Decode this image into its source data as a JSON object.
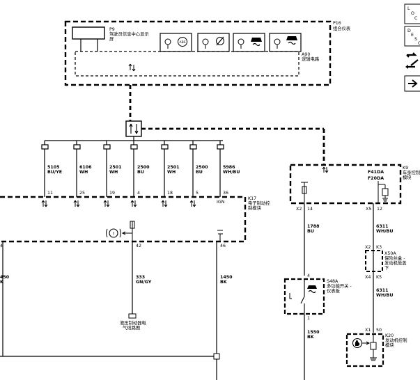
{
  "modules": {
    "P16": {
      "ref": "P16",
      "name": "组合仪表"
    },
    "P9": {
      "ref": "P9",
      "name_line1": "驾驶员信息中心显示",
      "name_line2": "屏"
    },
    "A90": {
      "ref": "A90",
      "name": "逻辑电路"
    },
    "K9": {
      "ref": "K9",
      "name_line1": "车身控制",
      "name_line2": "模块"
    },
    "K17": {
      "ref": "K17",
      "name_line1": "电子制动控",
      "name_line2": "制模块"
    },
    "S48A": {
      "ref": "S48A",
      "name_line1": "多功能开关 -",
      "name_line2": "仪表板"
    },
    "X50A": {
      "ref": "X50A",
      "name_line1": "保险丝盒 -",
      "name_line2": "发动机舱盖",
      "name_line3": "下"
    },
    "K20": {
      "ref": "K20",
      "name_line1": "发动机控制",
      "name_line2": "模块"
    }
  },
  "icons": {
    "abs_label": "ABS"
  },
  "bus_wires": [
    {
      "circuit": "5105",
      "color": "BU/YE",
      "pin": "11"
    },
    {
      "circuit": "6106",
      "color": "WH",
      "pin": "25"
    },
    {
      "circuit": "2501",
      "color": "WH",
      "pin": "19"
    },
    {
      "circuit": "2500",
      "color": "BU",
      "pin": "4"
    },
    {
      "circuit": "2501",
      "color": "WH",
      "pin": "18"
    },
    {
      "circuit": "2500",
      "color": "BU",
      "pin": "5"
    },
    {
      "circuit": "5986",
      "color": "WH/BU",
      "pin": "36"
    }
  ],
  "k17": {
    "ign_label": "IGN",
    "pin_42": "42",
    "pin_46": "46",
    "pin_4_left": "4",
    "wire_333_circuit": "333",
    "wire_333_color": "GN/GY",
    "wire_1450_circuit": "1450",
    "wire_1450_color": "BK",
    "left_wire_circuit": "450",
    "left_wire_color": "K",
    "sensor_line1": "液压制动器电",
    "sensor_line2": "气线路图"
  },
  "k9": {
    "f41da": "F41DA",
    "f20da": "F20DA",
    "conn_x2": "X2",
    "pin_14": "14",
    "conn_x5": "X5",
    "pin_12": "12",
    "wire_1788_circuit": "1788",
    "wire_1788_color": "BU",
    "wire_6311_circuit": "6311",
    "wire_6311_color": "WH/BU"
  },
  "x50a": {
    "conn_x2": "X2",
    "pin_k3": "K3",
    "conn_x4": "X4",
    "pin_k5": "K5",
    "wire_6311b_circuit": "6311",
    "wire_6311b_color": "WH/BU"
  },
  "s48a": {
    "pin_4": "4",
    "pin_1": "1",
    "wire_1550_circuit": "1550",
    "wire_1550_color": "BK"
  },
  "k20": {
    "conn_x1": "X1",
    "pin_50": "50"
  },
  "legend": {
    "item1_letter1": "L",
    "item1_letter2": "O",
    "item1_letter3": "C",
    "item2_letter1": "D",
    "item2_letter2": "E",
    "item2_letter3": "S",
    "item2_letter4": "C"
  }
}
